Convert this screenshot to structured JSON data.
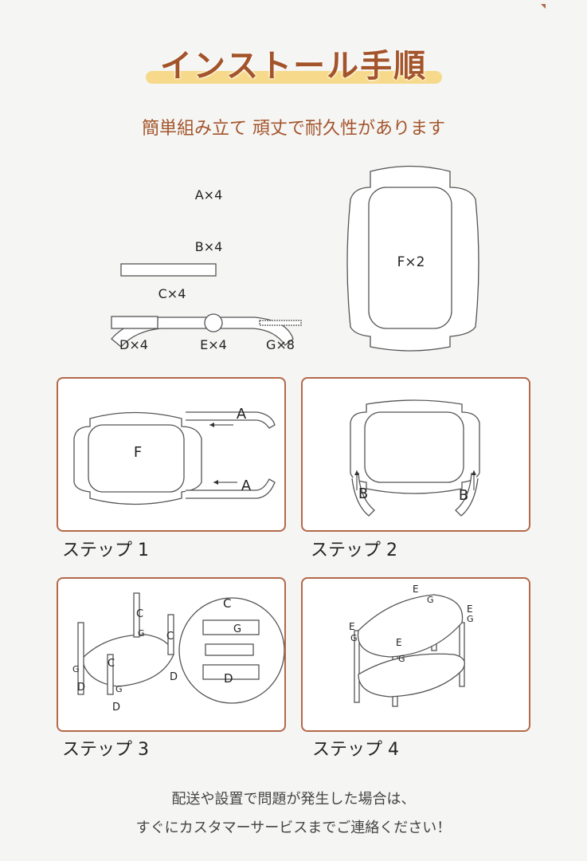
{
  "title": "インストール手順",
  "subtitle": "簡単組み立て 頑丈で耐久性があります",
  "parts": {
    "a": "A×4",
    "b": "B×4",
    "c": "C×4",
    "d": "D×4",
    "e": "E×4",
    "g": "G×8",
    "f": "F×2"
  },
  "steps": [
    {
      "label": "ステップ 1",
      "callouts": {
        "f": "F",
        "a1": "A",
        "a2": "A"
      }
    },
    {
      "label": "ステップ 2",
      "callouts": {
        "b1": "B",
        "b2": "B"
      }
    },
    {
      "label": "ステップ 3",
      "callouts": {
        "c1": "C",
        "c2": "C",
        "c3": "C",
        "d1": "D",
        "d2": "D",
        "d3": "D",
        "g1": "G",
        "g2": "G",
        "g3": "G",
        "zc": "C",
        "zg": "G",
        "zd": "D"
      }
    },
    {
      "label": "ステップ 4",
      "callouts": {
        "e1": "E",
        "e2": "E",
        "e3": "E",
        "e4": "E",
        "g1": "G",
        "g2": "G",
        "g3": "G",
        "g4": "G"
      }
    }
  ],
  "footer": {
    "line1": "配送や設置で問題が発生した場合は、",
    "line2": "すぐにカスタマーサービスまでご連絡ください！"
  }
}
